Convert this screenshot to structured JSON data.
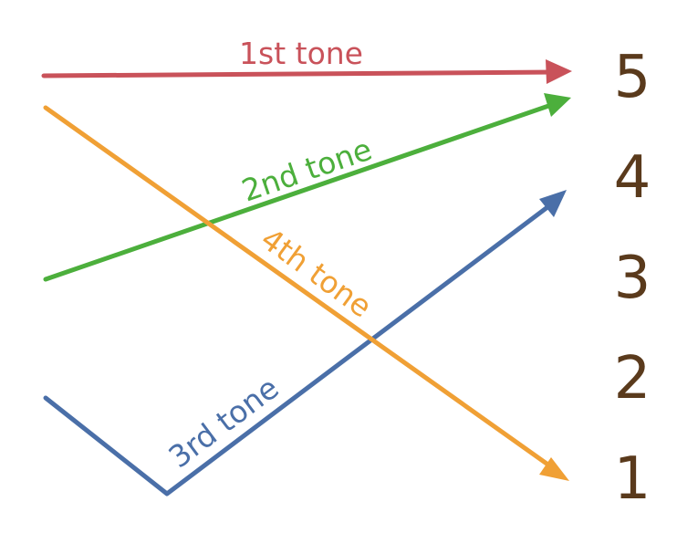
{
  "diagram": {
    "scale": {
      "levels": [
        "5",
        "4",
        "3",
        "2",
        "1"
      ],
      "color": "#5a3a1c"
    },
    "tones": [
      {
        "id": "tone1",
        "label": "1st tone",
        "color": "#c9525a"
      },
      {
        "id": "tone2",
        "label": "2nd tone",
        "color": "#4caf3c"
      },
      {
        "id": "tone3",
        "label": "3rd tone",
        "color": "#4a6fa8"
      },
      {
        "id": "tone4",
        "label": "4th tone",
        "color": "#f0a035"
      }
    ]
  }
}
